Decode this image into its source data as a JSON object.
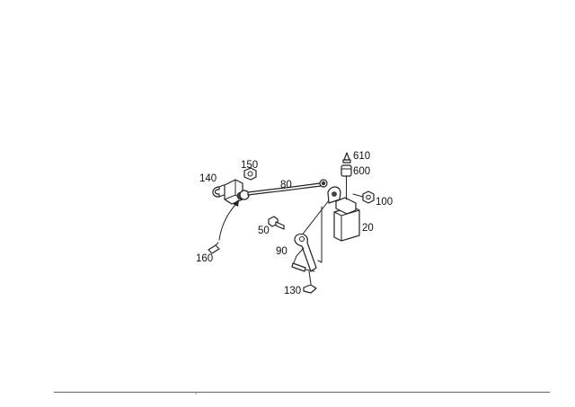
{
  "diagram": {
    "callouts": [
      {
        "id": "c610",
        "text": "610"
      },
      {
        "id": "c600",
        "text": "600"
      },
      {
        "id": "c150",
        "text": "150"
      },
      {
        "id": "c140",
        "text": "140"
      },
      {
        "id": "c80",
        "text": "80"
      },
      {
        "id": "c100",
        "text": "100"
      },
      {
        "id": "c20",
        "text": "20"
      },
      {
        "id": "c50",
        "text": "50"
      },
      {
        "id": "c90",
        "text": "90"
      },
      {
        "id": "c160",
        "text": "160"
      },
      {
        "id": "c130",
        "text": "130"
      }
    ]
  }
}
